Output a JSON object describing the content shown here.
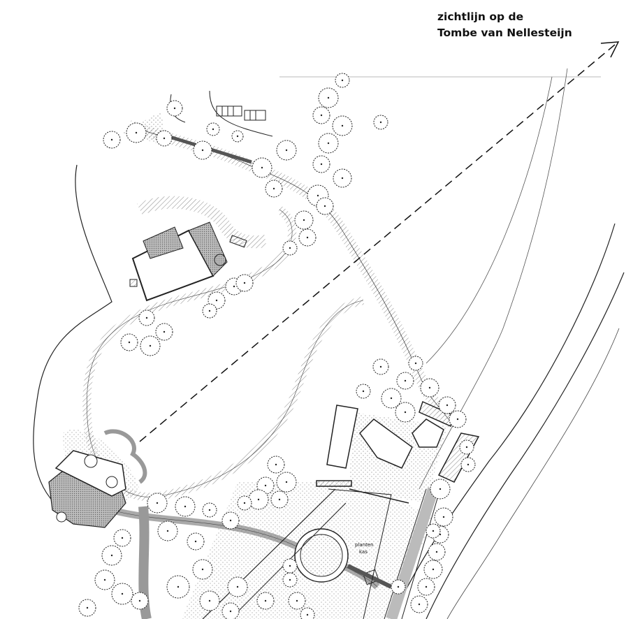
{
  "map": {
    "annotation": {
      "line1": "zichtlijn op de",
      "line2": "Tombe van Nellesteijn"
    },
    "labels": {
      "greenhouse_line1": "planten",
      "greenhouse_line2": "kas"
    },
    "colors": {
      "line": "#222222",
      "hatch": "#9a9a9a",
      "building_fill": "#ffffff",
      "shade_fill": "#cfcfcf"
    },
    "legend_symbols": [
      "tree-canopy",
      "hatched-path",
      "building",
      "sightline-arrow"
    ]
  }
}
